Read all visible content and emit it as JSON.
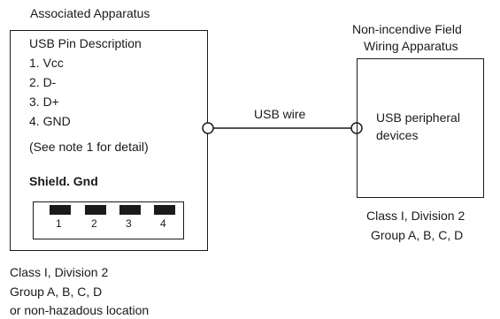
{
  "left": {
    "title": "Associated Apparatus",
    "heading": "USB Pin Description",
    "pins": [
      "1. Vcc",
      "2. D-",
      "3. D+",
      "4. GND"
    ],
    "note": "(See note 1 for detail)",
    "shield": "Shield. Gnd",
    "connector_pins": [
      "1",
      "2",
      "3",
      "4"
    ],
    "class_lines": [
      "Class I, Division 2",
      "Group A, B, C, D",
      "or non-hazadous location"
    ]
  },
  "wire": {
    "label": "USB wire"
  },
  "right": {
    "title_lines": [
      "Non-incendive Field",
      "Wiring Apparatus"
    ],
    "device_lines": [
      "USB peripheral",
      "devices"
    ],
    "class_lines": [
      "Class I, Division 2",
      "Group A, B, C, D"
    ]
  }
}
